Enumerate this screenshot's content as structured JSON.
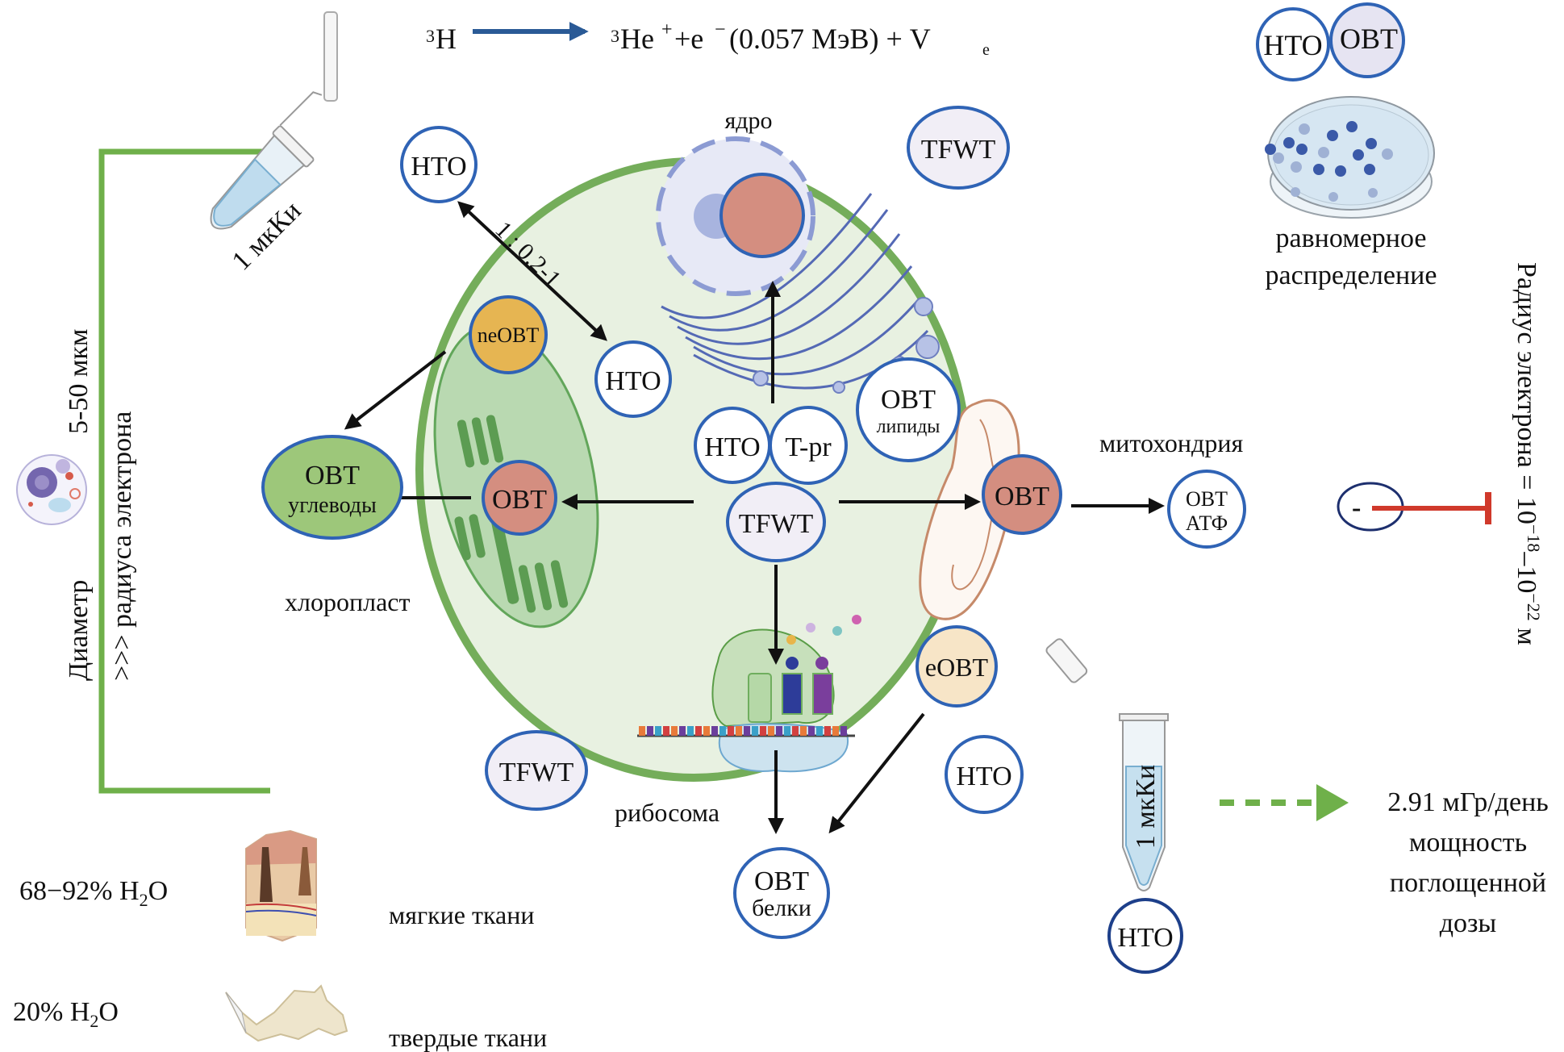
{
  "equation": {
    "lhs_mass": "3",
    "lhs": "H",
    "rhs_mass": "3",
    "rhs": "He",
    "rhs_charge": "+",
    "plus_electron": "+e",
    "electron_charge": "−",
    "energy": "(0.057 МэВ) + V",
    "neutrino_sub": "e",
    "arrow_color": "#2a5a96"
  },
  "legend": {
    "hto_label": "HTO",
    "obt_label": "OBT",
    "dish_caption_line1": "равномерное",
    "dish_caption_line2": "распределение"
  },
  "cell": {
    "membrane_color": "#74ad5a",
    "fill_color": "#e8f1e1",
    "organelles": {
      "nucleus": "ядро",
      "chloroplast": "хлоропласт",
      "mitochondria": "митохондрия",
      "ribosome": "рибосома"
    },
    "nodes": {
      "hto_outer_top": "HTO",
      "ratio": "1 : 0.2-1",
      "hto_inner": "HTO",
      "ne_obt": "neOBT",
      "obt_carb_title": "OBT",
      "obt_carb_sub": "углеводы",
      "obt_chloro": "OBT",
      "hto_center": "HTO",
      "t_pr": "T-pr",
      "tfwt_center": "TFWT",
      "obt_lipids_title": "OBT",
      "obt_lipids_sub": "липиды",
      "obt_mito": "OBT",
      "obt_atp_title": "OBT",
      "obt_atp_sub": "АТФ",
      "tfwt_top_right": "TFWT",
      "e_obt": "eOBT",
      "tfwt_bottom_left": "TFWT",
      "hto_bottom_right": "HTO",
      "obt_protein_title": "OBT",
      "obt_protein_sub": "белки"
    }
  },
  "left_scale": {
    "tube_label": "1 мкКи",
    "line1_a": "Диаметр",
    "line1_b": "5-50 мкм",
    "line2": ">>> радиуса электрона"
  },
  "right_scale": {
    "label": "Радиус электрона = 10",
    "exp1": "−18",
    "mid": "–10",
    "exp2": "−22",
    "unit": " м",
    "electron_sign": "-",
    "bar_color": "#d0392b"
  },
  "dose": {
    "tube_label": "1 мкКи",
    "tube_hto": "HTO",
    "rate": "2.91 мГр/день",
    "line2": "мощность",
    "line3": "поглощенной",
    "line4": "дозы",
    "arrow_color": "#6fb04a"
  },
  "tissues": [
    {
      "pct": "68−92% H",
      "sub": "2",
      "tail": "O",
      "label": "мягкие ткани"
    },
    {
      "pct": "20% H",
      "sub": "2",
      "tail": "O",
      "label": "твердые ткани"
    }
  ]
}
